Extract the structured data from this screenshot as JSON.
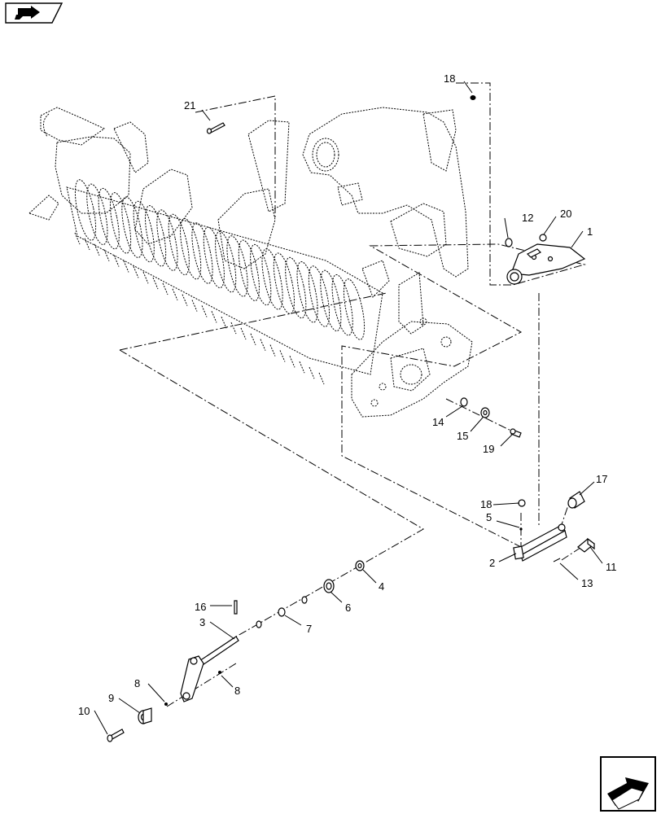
{
  "diagram": {
    "callouts": [
      {
        "id": "c1",
        "text": "1"
      },
      {
        "id": "c2",
        "text": "2"
      },
      {
        "id": "c3",
        "text": "3"
      },
      {
        "id": "c4",
        "text": "4"
      },
      {
        "id": "c5",
        "text": "5"
      },
      {
        "id": "c6",
        "text": "6"
      },
      {
        "id": "c7",
        "text": "7"
      },
      {
        "id": "c8a",
        "text": "8"
      },
      {
        "id": "c8b",
        "text": "8"
      },
      {
        "id": "c9",
        "text": "9"
      },
      {
        "id": "c10",
        "text": "10"
      },
      {
        "id": "c11",
        "text": "11"
      },
      {
        "id": "c12",
        "text": "12"
      },
      {
        "id": "c13",
        "text": "13"
      },
      {
        "id": "c14",
        "text": "14"
      },
      {
        "id": "c15",
        "text": "15"
      },
      {
        "id": "c16",
        "text": "16"
      },
      {
        "id": "c17",
        "text": "17"
      },
      {
        "id": "c18a",
        "text": "18"
      },
      {
        "id": "c18b",
        "text": "18"
      },
      {
        "id": "c19",
        "text": "19"
      },
      {
        "id": "c20",
        "text": "20"
      },
      {
        "id": "c21",
        "text": "21"
      }
    ],
    "icons": {
      "top_left": "book-arrow-icon",
      "bottom_right": "next-page-arrow-icon"
    }
  }
}
